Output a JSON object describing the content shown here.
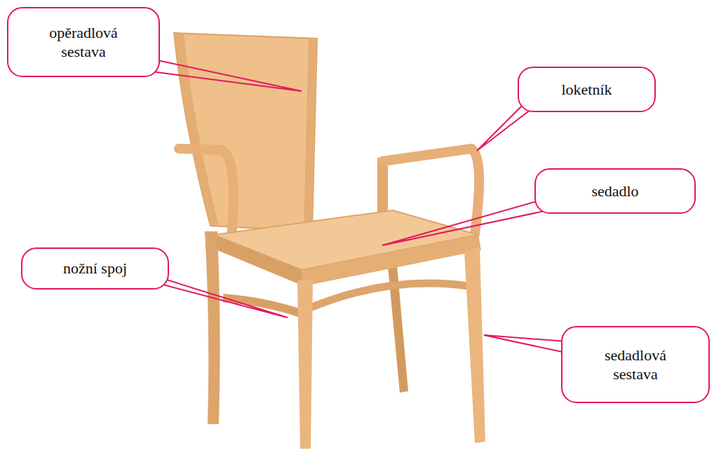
{
  "diagram": {
    "nodes": [
      {
        "text": [
          "opěradlová sestava"
        ]
      },
      {
        "text": [
          "loketník"
        ]
      },
      {
        "text": [
          "sedadlo"
        ]
      },
      {
        "text": [
          "nožní spoj"
        ]
      },
      {
        "text": [
          "sedadlová sestava"
        ]
      }
    ]
  }
}
